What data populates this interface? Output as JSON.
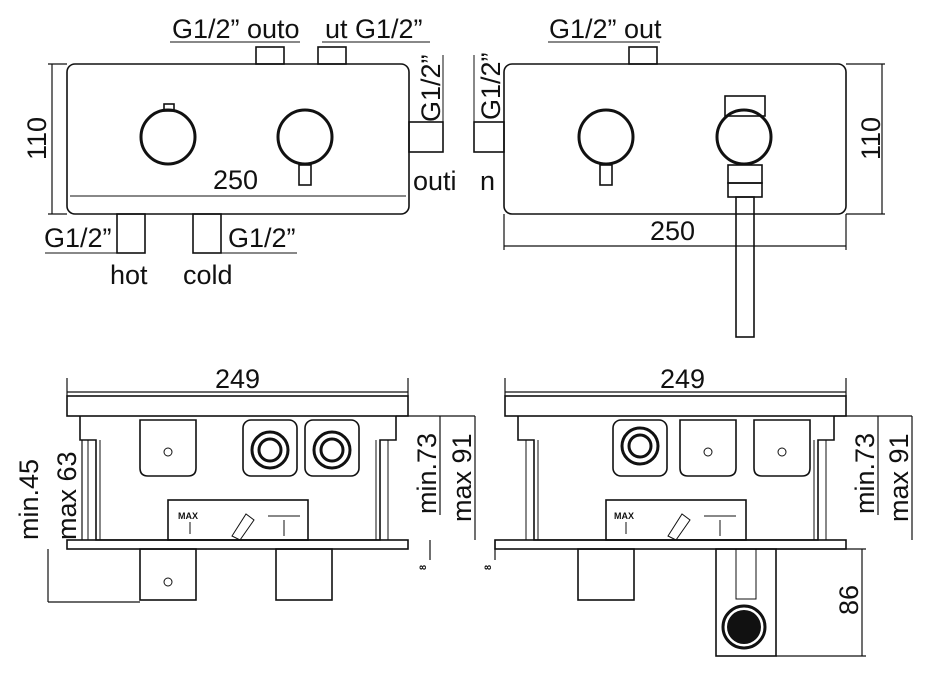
{
  "labels": {
    "tl_top_left": "G1/2” outo",
    "tl_top_right": "ut G1/2”",
    "tl_side": "G1/2”",
    "tl_outi": "outi",
    "tl_bottom_left": "G1/2”",
    "tl_bottom_right": "G1/2”",
    "tl_hot": "hot",
    "tl_cold": "cold",
    "tl_height": "110",
    "tl_width": "250",
    "tr_top": "G1/2” out",
    "tr_side": "G1/2”",
    "tr_n": "n",
    "tr_height": "110",
    "tr_width": "250",
    "bl_width": "249",
    "bl_min45": "min.45",
    "bl_max63": "max 63",
    "bl_min73": "min.73",
    "bl_max91": "max 91",
    "bl_eight": "8",
    "bl_max_marker": "MAX",
    "br_width": "249",
    "br_min73": "min.73",
    "br_max91": "max 91",
    "br_eight": "8",
    "br_max_marker": "MAX",
    "br_86": "86"
  }
}
